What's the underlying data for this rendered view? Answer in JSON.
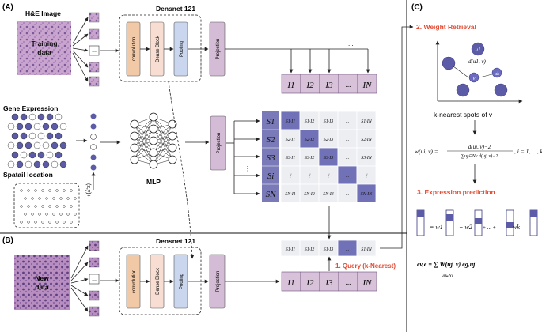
{
  "panels": {
    "a": "(A)",
    "b": "(B)",
    "c": "(C)"
  },
  "top": {
    "he_image": "H&E Image",
    "training": "Training data",
    "densenet": "Densnet 121",
    "ellipsis": "...",
    "blocks": {
      "conv": "convolution",
      "dense": "Dense Block",
      "pool": "Pooling",
      "proj": "Projection"
    }
  },
  "gene": {
    "title": "Gene Expression",
    "mlp": "MLP",
    "proj": "Projection",
    "spatial": "Spatail location",
    "coord": "(x,y)+"
  },
  "image_embeddings": [
    "I1",
    "I2",
    "I3",
    "...",
    "IN"
  ],
  "spot_embeddings": [
    "S1",
    "S2",
    "S3",
    "Si",
    "SN"
  ],
  "matrix": {
    "rows": [
      [
        "S1·I1",
        "S1·I2",
        "S1·I3",
        "...",
        "S1·IN"
      ],
      [
        "S2·I1",
        "S2·I2",
        "S2·I3",
        "...",
        "S2·IN"
      ],
      [
        "S3·I1",
        "S3·I2",
        "S3·I3",
        "...",
        "S3·IN"
      ],
      [
        "⋮",
        "⋮",
        "⋮",
        "...",
        "⋮"
      ],
      [
        "SN·I1",
        "SN·I2",
        "SN·I3",
        "...",
        "SN·IN"
      ]
    ],
    "query_row": [
      "S1·I1",
      "S1·I2",
      "S1·I3",
      "...",
      "S1·IN"
    ]
  },
  "bottom": {
    "densenet": "Densnet 121",
    "new_data": "New data",
    "query": "1. Query (k-Nearest)",
    "embeddings": [
      "I1",
      "I2",
      "I3",
      "...",
      "IN"
    ]
  },
  "panel_c": {
    "weight_title": "2. Weight Retrieval",
    "knn_caption": "k-nearest spots of v",
    "node_u1": "u1",
    "node_uk": "uk",
    "node_v": "v",
    "dist_label": "d(u1, v)",
    "formula_lhs": "w(ui, v) =",
    "formula_num": "d(ui, v)−2",
    "formula_den": "∑uj⊆Nv d(uj, v)−2",
    "formula_rhs": ", i = 1, …, k",
    "expr_title": "3. Expression prediction",
    "weights": [
      "= w1",
      "+ w2",
      "+ ... +",
      "wk"
    ],
    "final_formula": "ev,e = ∑ W(uj, v) eg,uj",
    "final_sub": "uj⊆Nv"
  },
  "colors": {
    "conv": "#f2c9a6",
    "dense": "#f8ded2",
    "pool": "#c9d6ee",
    "proj": "#d5bcd6",
    "embed": "#d8c2da",
    "spot": "#7a7ab8",
    "diag": "#7171b8",
    "accent": "#e24a33"
  }
}
